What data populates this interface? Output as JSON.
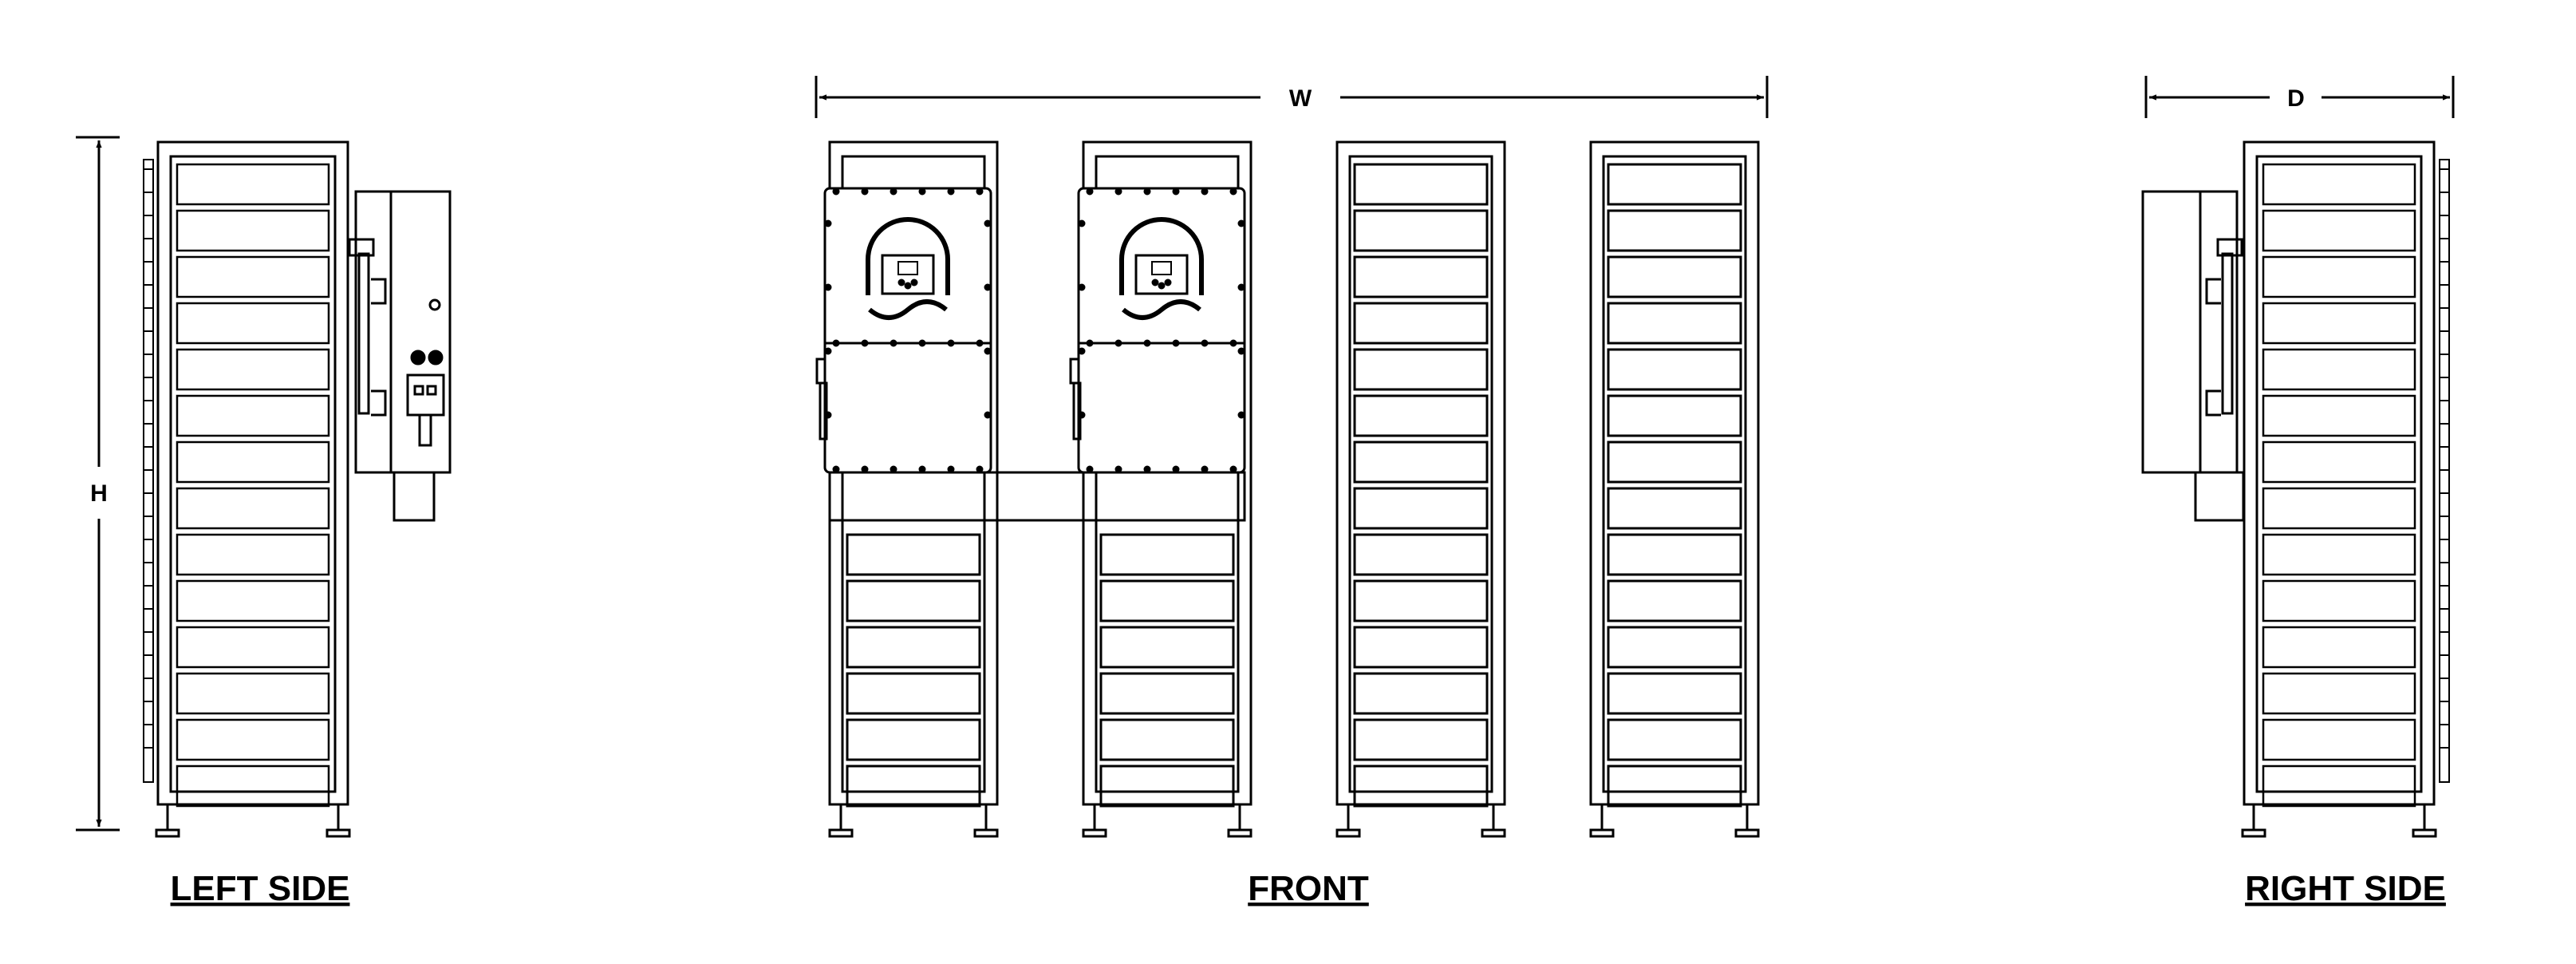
{
  "dimensions": {
    "height_label": "H",
    "width_label": "W",
    "depth_label": "D"
  },
  "views": {
    "left": "LEFT SIDE",
    "front": "FRONT",
    "right": "RIGHT SIDE"
  },
  "colors": {
    "line": "#000000",
    "background": "#ffffff"
  }
}
